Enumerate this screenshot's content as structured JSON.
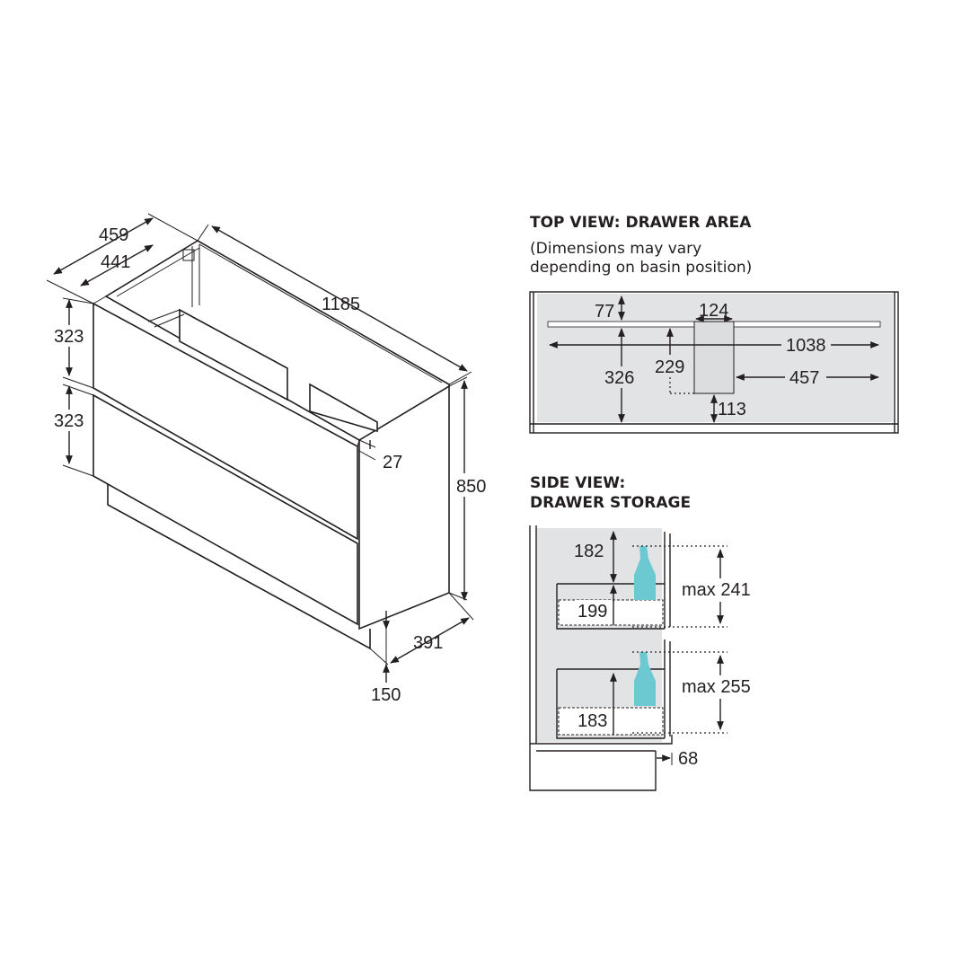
{
  "isometric_view": {
    "depth_outer": "459",
    "depth_inner": "441",
    "width": "1185",
    "drawer_top_height": "323",
    "drawer_bottom_height": "323",
    "top_thickness": "27",
    "overall_height": "850",
    "toe_kick_depth": "391",
    "toe_kick_height": "150"
  },
  "top_view": {
    "title": "TOP VIEW: DRAWER AREA",
    "note_line1": "(Dimensions may vary",
    "note_line2": "depending on basin position)",
    "dims": {
      "front_gap": "77",
      "cutout_width": "124",
      "inner_width": "1038",
      "inner_depth": "326",
      "cutout_depth": "229",
      "cutout_offset": "457",
      "rear_gap": "113"
    }
  },
  "side_view": {
    "title_line1": "SIDE VIEW:",
    "title_line2": "DRAWER STORAGE",
    "dims": {
      "upper_clearance": "182",
      "upper_drawer": "199",
      "upper_max": "max 241",
      "lower_drawer": "183",
      "lower_max": "max 255",
      "kick_setback": "68"
    },
    "bottle_color": "#6cc9d2"
  }
}
